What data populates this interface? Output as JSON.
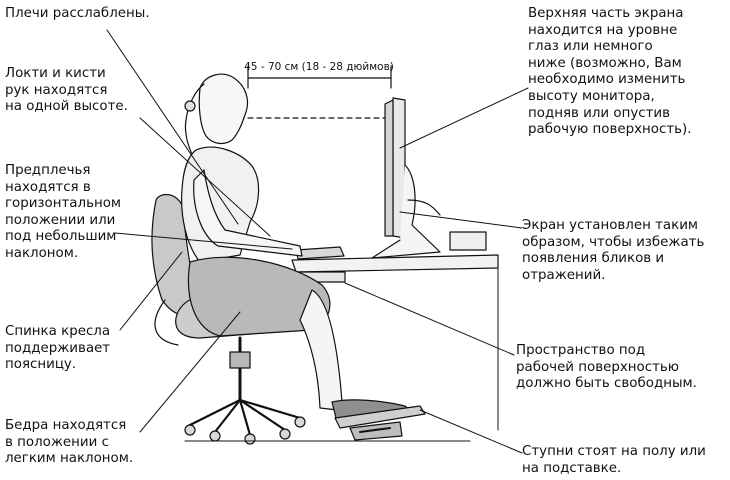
{
  "labels": {
    "shoulders": "Плечи расслаблены.",
    "elbows": "Локти и кисти\nрук находятся\nна одной высоте.",
    "forearms": "Предплечья\nнаходятся в\nгоризонтальном\nположении или\nпод небольшим\nнаклоном.",
    "back": "Спинка кресла\nподдерживает\nпоясницу.",
    "thighs": "Бедра находятся\nв положении с\nлегким наклоном.",
    "screen_top": "Верхняя часть экрана\nнаходится на уровне\nглаз или немного\nниже (возможно, Вам\nнеобходимо изменить\nвысоту монитора,\nподняв или опустив\nрабочую поверхность).",
    "glare": "Экран установлен таким\nобразом, чтобы избежать\nпоявления бликов и\nотражений.",
    "space": "Пространство под\nрабочей поверхностью\nдолжно быть свободным.",
    "feet": "Ступни стоят на полу или\nна подставке."
  },
  "distance": "45 - 70 см (18 - 28 дюймов)"
}
